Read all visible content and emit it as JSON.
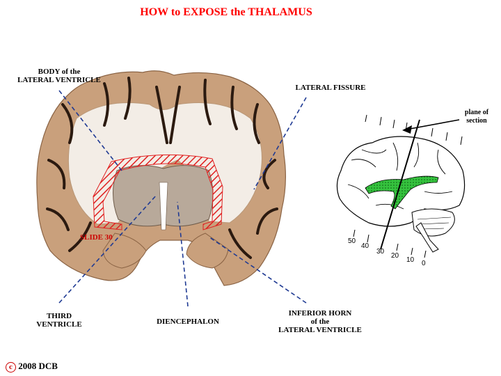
{
  "title": "HOW to EXPOSE the THALAMUS",
  "labels": {
    "body_lateral_ventricle": [
      "BODY of the",
      "LATERAL VENTRICLE"
    ],
    "lateral_fissure": "LATERAL FISSURE",
    "third_ventricle": [
      "THIRD",
      "VENTRICLE"
    ],
    "diencephalon": "DIENCEPHALON",
    "inferior_horn": [
      "INFERIOR HORN",
      "of the",
      "LATERAL VENTRICLE"
    ],
    "plane_of_section": [
      "plane of",
      "section"
    ],
    "slide_ref": "SLIDE 30"
  },
  "scale_numbers": [
    "50",
    "40",
    "30",
    "20",
    "10",
    "0"
  ],
  "copyright": {
    "symbol": "c",
    "text": "2008  DCB"
  },
  "colors": {
    "title": "#ff0000",
    "leader": "#1f3a93",
    "hatch": "#e02020",
    "ventricle": "#2fbf3a"
  }
}
